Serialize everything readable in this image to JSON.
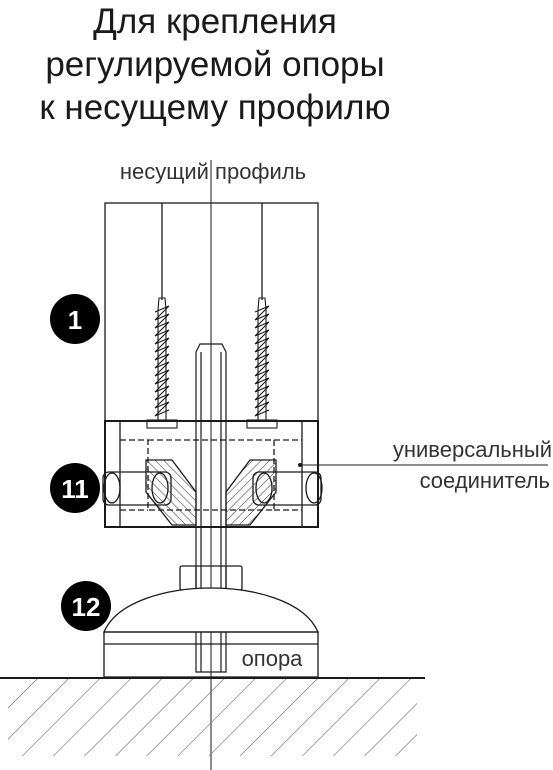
{
  "title": {
    "line1": "Для крепления",
    "line2": "регулируемой опоры",
    "line3": "к несущему профилю"
  },
  "labels": {
    "profile": "несущий профиль",
    "connector_line1": "универсальный",
    "connector_line2": "соединитель",
    "support": "опора"
  },
  "badges": {
    "b1": "1",
    "b11": "11",
    "b12": "12"
  },
  "colors": {
    "line": "#1a1a1a",
    "badge": "#000000",
    "hatch": "#555555"
  }
}
